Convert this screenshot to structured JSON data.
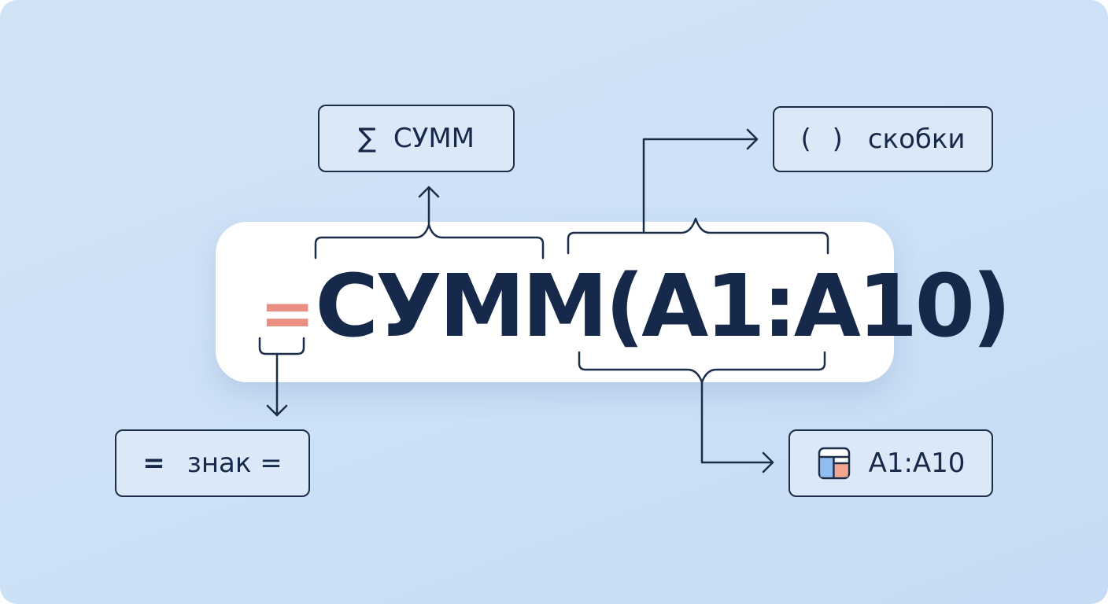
{
  "formula": {
    "equals": "=",
    "body": "СУММ(A1:A10)"
  },
  "labels": {
    "sum": {
      "icon": "sigma-icon",
      "glyph": "∑",
      "text": "СУММ"
    },
    "parens": {
      "icon": "parentheses-icon",
      "glyph": "( )",
      "text": "скобки"
    },
    "equals": {
      "icon": "equals-icon",
      "glyph": "=",
      "text": "знак ="
    },
    "range": {
      "icon": "spreadsheet-cells-icon",
      "text": "A1:A10"
    }
  },
  "colors": {
    "background": "#cfe1f6",
    "card": "#ffffff",
    "text": "#16294a",
    "accent_equals": "#e98f83",
    "box_fill": "#dbe8f8",
    "cell_blue": "#8fbdf0",
    "cell_orange": "#f2a58c"
  }
}
